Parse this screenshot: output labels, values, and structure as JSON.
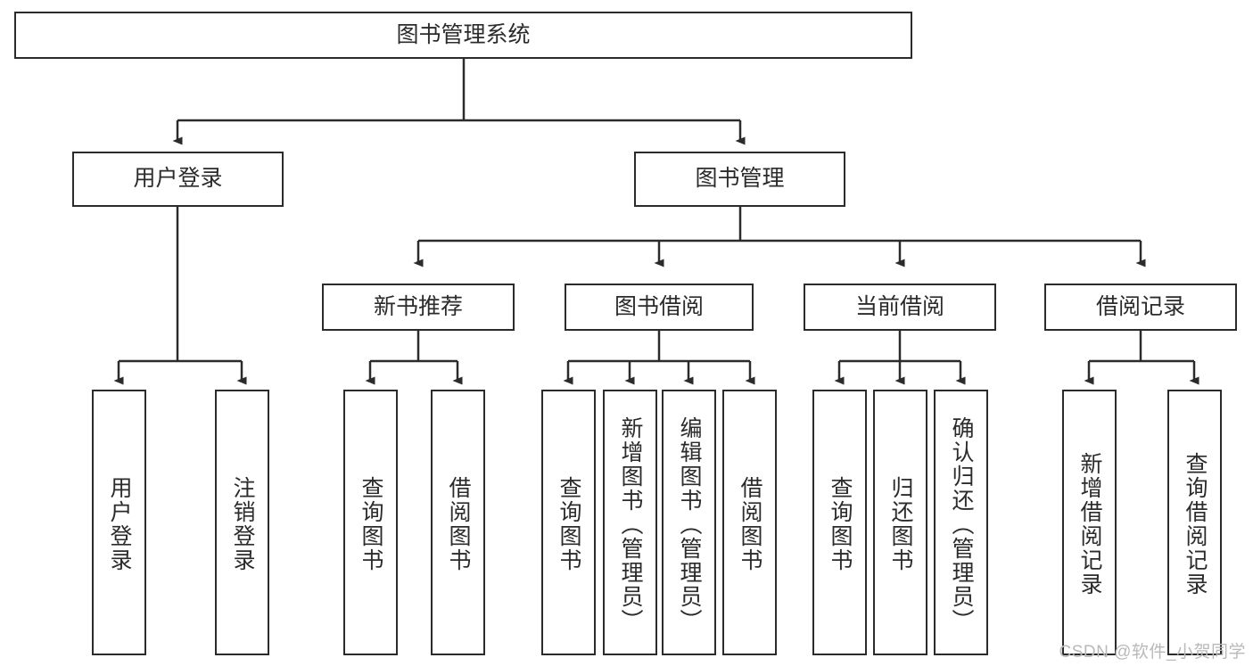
{
  "diagram": {
    "title": "图书管理系统",
    "type": "hierarchy-tree",
    "root": {
      "label": "图书管理系统"
    },
    "level2": [
      {
        "label": "用户登录"
      },
      {
        "label": "图书管理"
      }
    ],
    "level3": [
      {
        "label": "新书推荐"
      },
      {
        "label": "图书借阅"
      },
      {
        "label": "当前借阅"
      },
      {
        "label": "借阅记录"
      }
    ],
    "leaves": {
      "user_login": [
        {
          "label": "用户登录"
        },
        {
          "label": "注销登录"
        }
      ],
      "new_book_recommend": [
        {
          "label": "查询图书"
        },
        {
          "label": "借阅图书"
        }
      ],
      "book_borrow": [
        {
          "label": "查询图书"
        },
        {
          "label": "新增图书（管理员）"
        },
        {
          "label": "编辑图书（管理员）"
        },
        {
          "label": "借阅图书"
        }
      ],
      "current_borrow": [
        {
          "label": "查询图书"
        },
        {
          "label": "归还图书"
        },
        {
          "label": "确认归还（管理员）"
        }
      ],
      "borrow_record": [
        {
          "label": "新增借阅记录"
        },
        {
          "label": "查询借阅记录"
        }
      ]
    }
  },
  "watermark": {
    "text": "CSDN @软件_小贺同学"
  },
  "colors": {
    "stroke": "#2b2b2b",
    "background": "#ffffff",
    "text": "#2b2b2b",
    "watermark": "#b9b9b9"
  }
}
